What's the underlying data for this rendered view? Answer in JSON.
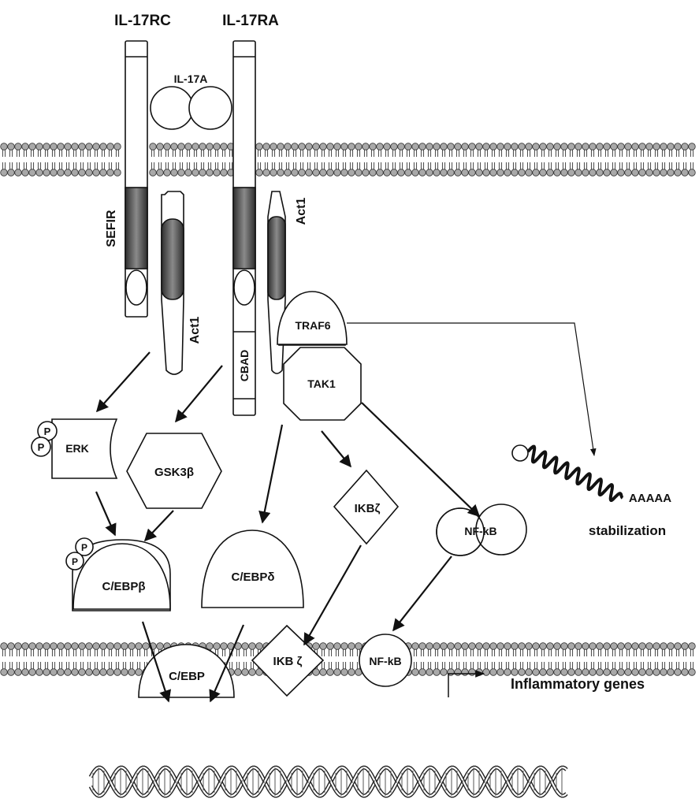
{
  "receptors": {
    "il17rc": "IL-17RC",
    "il17ra": "IL-17RA",
    "ligand": "IL-17A",
    "sefir": "SEFIR",
    "cbad": "CBAD"
  },
  "adaptors": {
    "act1_left": "Act1",
    "act1_right": "Act1",
    "traf6": "TRAF6",
    "tak1": "TAK1"
  },
  "cytoplasm": {
    "erk": "ERK",
    "phospho": "P",
    "gsk3b": "GSK3β",
    "cebpb": "C/EBPβ",
    "cebpd": "C/EBPδ",
    "ikbz": "IKBζ",
    "nfkb": "NF-kB",
    "poly_a": "AAAAA",
    "stabilization": "stabilization"
  },
  "nucleus": {
    "cebp": "C/EBP",
    "ikbz": "IKB ζ",
    "nfkb": "NF-kB",
    "genes": "Inflammatory genes"
  },
  "colors": {
    "stroke": "#111111",
    "fill": "#ffffff",
    "lipid_head": "#a9a9a9",
    "sefir_band": "#4a4a4a"
  }
}
